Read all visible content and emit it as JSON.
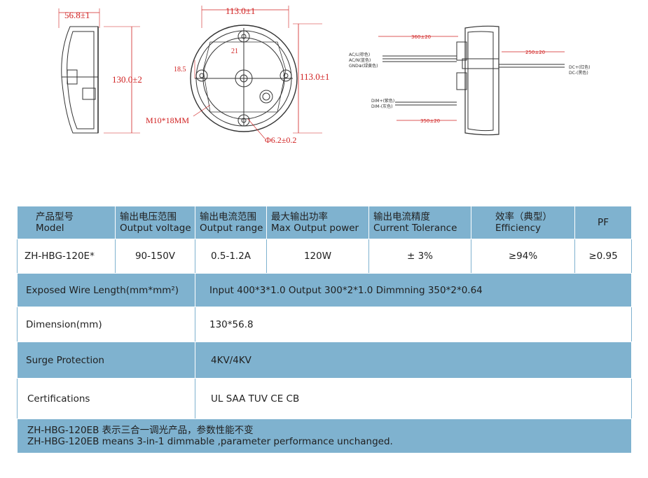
{
  "drawings": {
    "side_view": {
      "width_dim": "56.8±1",
      "height_dim": "130.0±2"
    },
    "front_view": {
      "width_dim": "113.0±1",
      "height_dim": "113.0±1",
      "dim_21": "21",
      "dim_18_5": "18.5",
      "screw_label": "M10*18MM",
      "hole_label": "Φ6.2±0.2"
    },
    "wiring_view": {
      "input_len": "360±20",
      "output_len": "250±20",
      "dim_len": "350±20",
      "ac_l": "AC/L(棕色)",
      "ac_n": "AC/N(蓝色)",
      "gnd": "GND⊕(绿黄色)",
      "dc_pos": "DC+(红色)",
      "dc_neg": "DC-(黑色)",
      "dim_pos": "DIM+(紫色)",
      "dim_neg": "DIM-(灰色)"
    }
  },
  "table": {
    "headers": [
      {
        "cn": "产品型号",
        "en": "Model"
      },
      {
        "cn": "输出电压范围",
        "en": "Output voltage"
      },
      {
        "cn": "输出电流范围",
        "en": "Output range"
      },
      {
        "cn": "最大输出功率",
        "en": "Max  Output  power"
      },
      {
        "cn": "输出电流精度",
        "en": "Current Tolerance"
      },
      {
        "cn": "效率（典型）",
        "en": "Efficiency"
      },
      {
        "cn": "PF",
        "en": ""
      }
    ],
    "model_row": [
      "ZH-HBG-120E*",
      "90-150V",
      "0.5-1.2A",
      "120W",
      "± 3%",
      "≥94%",
      "≥0.95"
    ],
    "rows": [
      {
        "label": "Exposed Wire Length(mm*mm²)",
        "value": "Input 400*3*1.0 Output 300*2*1.0 Dimmning 350*2*0.64"
      },
      {
        "label": "Dimension(mm)",
        "value": "130*56.8"
      },
      {
        "label": "Surge Protection",
        "value": "4KV/4KV"
      },
      {
        "label": "Certifications",
        "value": "UL SAA TUV CE CB"
      }
    ],
    "note_cn": "ZH-HBG-120EB   表示三合一调光产品，参数性能不变",
    "note_en": "ZH-HBG-120EB means 3-in-1 dimmable ,parameter performance unchanged."
  }
}
